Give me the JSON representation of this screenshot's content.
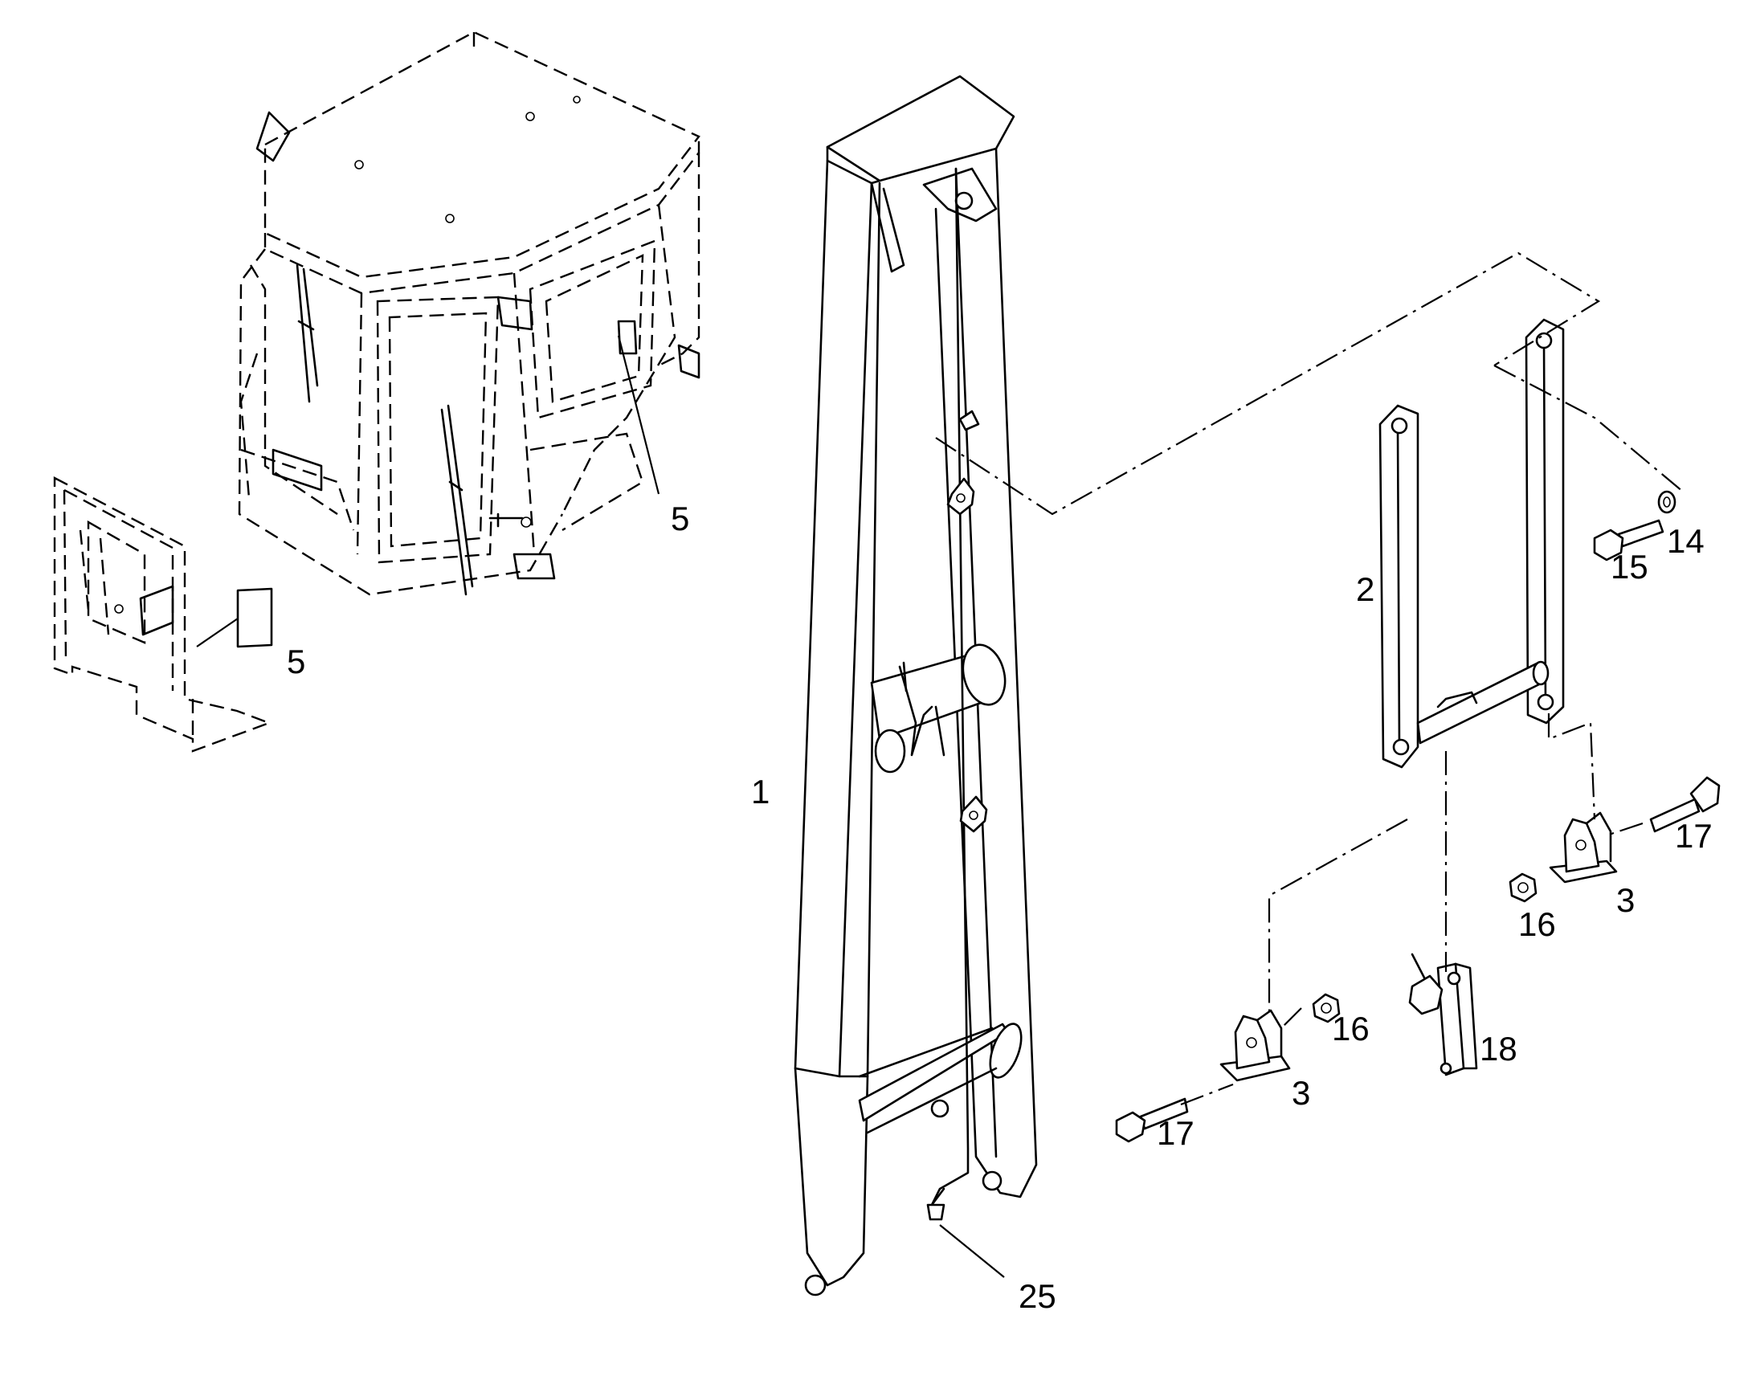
{
  "callouts": {
    "c1": "1",
    "c2": "2",
    "c3a": "3",
    "c3b": "3",
    "c5a": "5",
    "c5b": "5",
    "c14": "14",
    "c15": "15",
    "c16a": "16",
    "c16b": "16",
    "c17a": "17",
    "c17b": "17",
    "c18": "18",
    "c25": "25"
  },
  "colors": {
    "line": "#000000",
    "background": "#ffffff"
  }
}
